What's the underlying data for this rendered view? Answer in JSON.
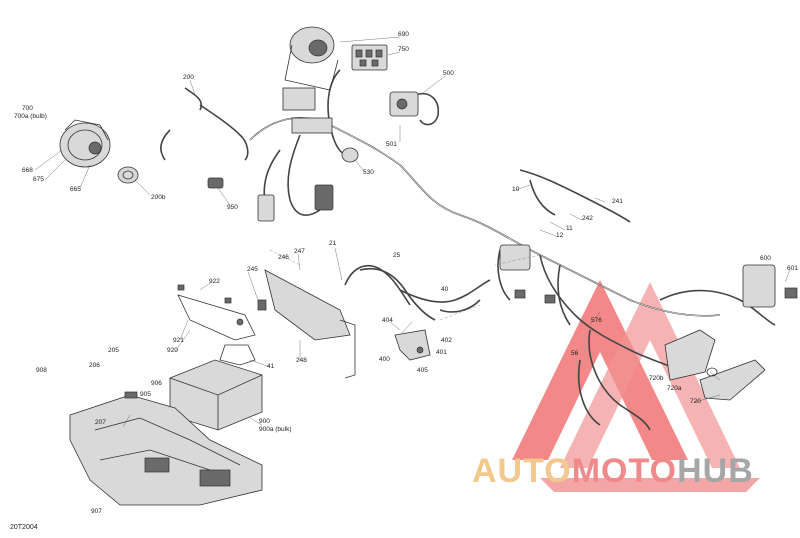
{
  "figure_ref": "20T2004",
  "callouts": [
    {
      "id": "c690",
      "text": "690"
    },
    {
      "id": "c750",
      "text": "750"
    },
    {
      "id": "c200",
      "text": "200"
    },
    {
      "id": "c500",
      "text": "500"
    },
    {
      "id": "c700",
      "text": "700"
    },
    {
      "id": "c700a",
      "text": "700a (bulb)"
    },
    {
      "id": "c501",
      "text": "501"
    },
    {
      "id": "c668",
      "text": "668"
    },
    {
      "id": "c675",
      "text": "675"
    },
    {
      "id": "c665",
      "text": "665"
    },
    {
      "id": "c200b",
      "text": "200b"
    },
    {
      "id": "c530",
      "text": "530"
    },
    {
      "id": "c950",
      "text": "950"
    },
    {
      "id": "c10",
      "text": "10"
    },
    {
      "id": "c241",
      "text": "241"
    },
    {
      "id": "c242",
      "text": "242"
    },
    {
      "id": "c11",
      "text": "11"
    },
    {
      "id": "c12",
      "text": "12"
    },
    {
      "id": "c21",
      "text": "21"
    },
    {
      "id": "c247",
      "text": "247"
    },
    {
      "id": "c25",
      "text": "25"
    },
    {
      "id": "c246",
      "text": "246"
    },
    {
      "id": "c245",
      "text": "245"
    },
    {
      "id": "c922",
      "text": "922"
    },
    {
      "id": "c600",
      "text": "600"
    },
    {
      "id": "c601",
      "text": "601"
    },
    {
      "id": "c40",
      "text": "40"
    },
    {
      "id": "c921",
      "text": "921"
    },
    {
      "id": "c920",
      "text": "920"
    },
    {
      "id": "c404",
      "text": "404"
    },
    {
      "id": "c402",
      "text": "402"
    },
    {
      "id": "c576",
      "text": "576"
    },
    {
      "id": "c248",
      "text": "248"
    },
    {
      "id": "c400",
      "text": "400"
    },
    {
      "id": "c401",
      "text": "401"
    },
    {
      "id": "c405",
      "text": "405"
    },
    {
      "id": "c56",
      "text": "56"
    },
    {
      "id": "c41",
      "text": "41"
    },
    {
      "id": "c205",
      "text": "205"
    },
    {
      "id": "c206",
      "text": "206"
    },
    {
      "id": "c905",
      "text": "905"
    },
    {
      "id": "c906",
      "text": "906"
    },
    {
      "id": "c908",
      "text": "908"
    },
    {
      "id": "c720b",
      "text": "720b"
    },
    {
      "id": "c720a",
      "text": "720a"
    },
    {
      "id": "c720",
      "text": "720"
    },
    {
      "id": "c207",
      "text": "207"
    },
    {
      "id": "c900",
      "text": "900"
    },
    {
      "id": "c900a",
      "text": "900a (bulk)"
    },
    {
      "id": "c907",
      "text": "907"
    }
  ],
  "watermark": {
    "segments": [
      {
        "text": "AUTO",
        "color": "#f2c88c"
      },
      {
        "text": "MOTO",
        "color": "#f08a8a"
      },
      {
        "text": "HUB",
        "color": "#a6a6a6"
      }
    ],
    "triangle_color": "#ee5a5a"
  }
}
